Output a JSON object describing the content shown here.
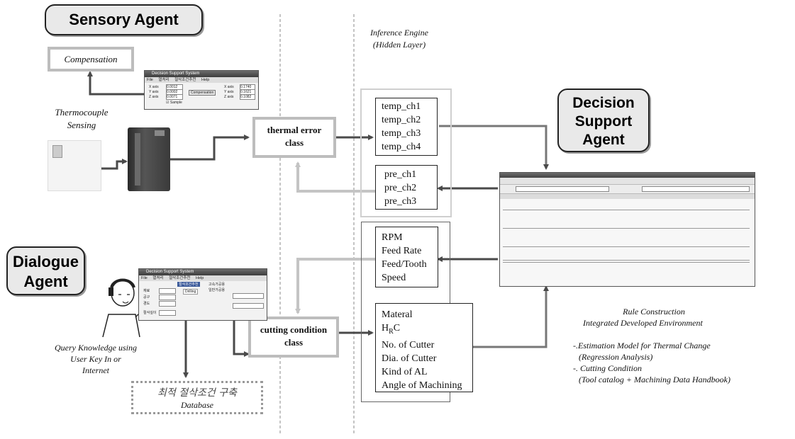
{
  "sensory_agent": {
    "label": "Sensory Agent"
  },
  "dialogue_agent": {
    "label_line1": "Dialogue",
    "label_line2": "Agent"
  },
  "decision_agent": {
    "line1": "Decision",
    "line2": "Support",
    "line3": "Agent"
  },
  "compensation": "Compensation",
  "thermocouple": {
    "line1": "Thermocouple",
    "line2": "Sensing"
  },
  "inference_engine": {
    "line1": "Inference Engine",
    "line2": "(Hidden Layer)"
  },
  "thermal_class": {
    "line1": "thermal error",
    "line2": "class"
  },
  "cutting_class": {
    "line1": "cutting condition",
    "line2": "class"
  },
  "temp_channels": [
    "temp_ch1",
    "temp_ch2",
    "temp_ch3",
    "temp_ch4"
  ],
  "pre_channels": [
    "pre_ch1",
    "pre_ch2",
    "pre_ch3"
  ],
  "cutting_inputs": [
    "RPM",
    "Feed Rate",
    "Feed/Tooth",
    "Speed"
  ],
  "material_inputs": {
    "material": "Materal",
    "hrc_main": "H",
    "hrc_sub": "R",
    "hrc_tail": "C",
    "no_cutter": "No. of Cutter",
    "dia_cutter": "Dia. of Cutter",
    "kind_al": "Kind of AL",
    "angle": "Angle of Machining"
  },
  "query": {
    "line1": "Query Knowledge using",
    "line2": "User Key In or",
    "line3": "Internet"
  },
  "database": {
    "line1": "최적 절삭조건 구축",
    "line2": "Database"
  },
  "rule_construction": {
    "line1": "Rule Construction",
    "line2": "Integrated Developed Environment",
    "line3": "-.Estimation Model for Thermal Change",
    "line4": "(Regression Analysis)",
    "line5": "-. Cutting Condition",
    "line6": "(Tool catalog + Machining Data Handbook)"
  },
  "sensory_window": {
    "title": "Decision Support System",
    "menu": [
      "File",
      "열처리",
      "절삭조건추천",
      "Help"
    ],
    "axes": [
      "X axis",
      "Y axis",
      "Z axis"
    ],
    "values": [
      "0.0012",
      "0.0002",
      "0.0071"
    ],
    "right_values": [
      "0.1740",
      "0.1621",
      "0.1082"
    ],
    "button": "Compensation",
    "checkbox": "Sample"
  },
  "dialogue_window": {
    "title": "Decision Support System",
    "menu": [
      "File",
      "열처리",
      "절삭조건추천",
      "Help"
    ],
    "tabs": [
      "절삭조건추천",
      "고속가공용",
      "일반가공용"
    ],
    "labels": [
      "재료",
      "공구",
      "경도",
      "절삭깊이"
    ],
    "drilling": "Drilling"
  },
  "colors": {
    "dark_arrow": "#4a4a4a",
    "light_arrow": "#c4c4c4",
    "agent_bg": "#e9e9e9"
  }
}
